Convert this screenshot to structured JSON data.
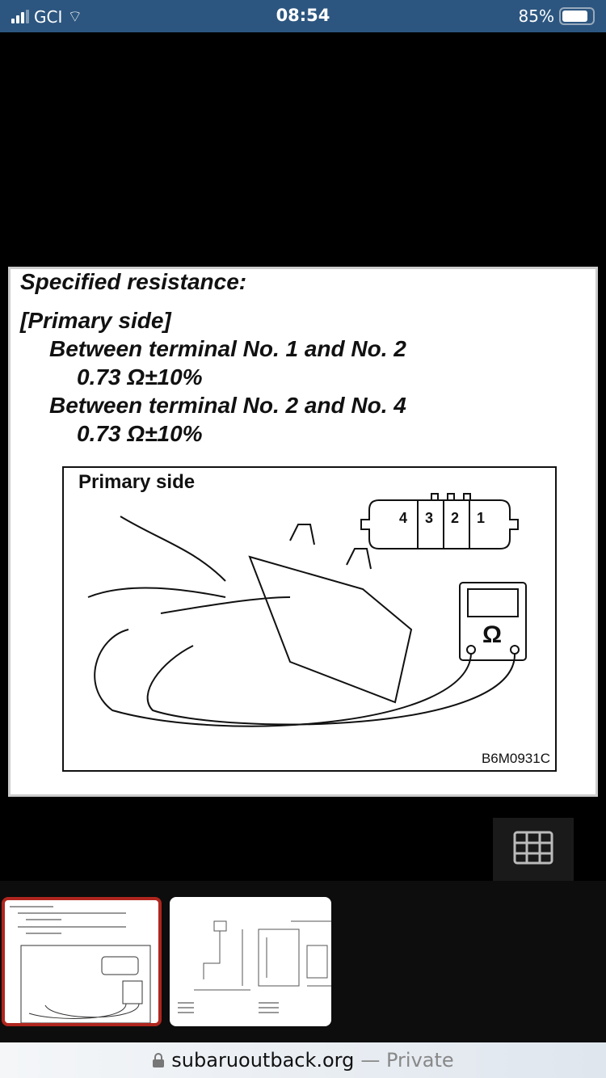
{
  "status": {
    "carrier": "GCI",
    "time": "08:54",
    "battery": "85%",
    "battery_level": 0.85
  },
  "doc": {
    "heading": "Specified resistance:",
    "section": "[Primary side]",
    "lines": [
      "Between terminal No. 1 and No. 2",
      "0.73 Ω±10%",
      "Between terminal No. 2 and No. 4",
      "0.73 Ω±10%"
    ],
    "figure_title": "Primary side",
    "terminals": [
      "4",
      "3",
      "2",
      "1"
    ],
    "meter_symbol": "Ω",
    "figure_code": "B6M0931C"
  },
  "browser": {
    "domain": "subaruoutback.org",
    "mode": "— Private"
  }
}
